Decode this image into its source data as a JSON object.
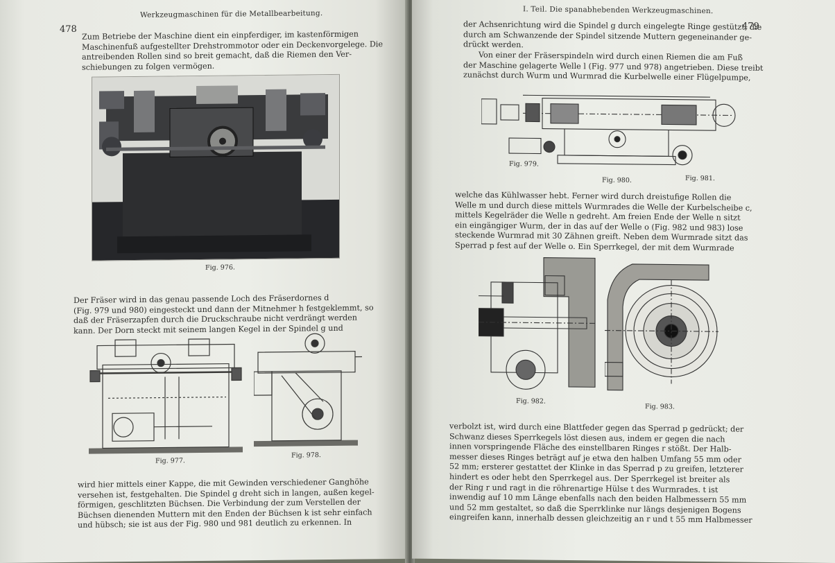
{
  "left_page": {
    "page_number": "478",
    "running_head": "Werkzeugmaschinen für die Metallbearbeitung.",
    "paragraph_1": [
      "Zum Betriebe der Maschine dient ein einpferdiger, im kastenförmigen",
      "Maschinenfuß aufgestellter Drehstrommotor oder ein Deckenvorgelege. Die",
      "antreibenden Rollen sind so breit gemacht, daß die Riemen den Ver-",
      "schiebungen zu folgen vermögen."
    ],
    "fig_976_caption": "Fig. 976.",
    "paragraph_2": [
      "Der Fräser wird in das genau passende Loch des Fräserdornes d",
      "(Fig. 979 und 980) eingesteckt und dann der Mitnehmer h festgeklemmt, so",
      "daß der Fräserzapfen durch die Druckschraube nicht verdrängt werden",
      "kann. Der Dorn steckt mit seinem langen Kegel in der Spindel g und"
    ],
    "fig_977_caption": "Fig. 977.",
    "fig_978_caption": "Fig. 978.",
    "paragraph_3": [
      "wird hier mittels einer Kappe, die mit Gewinden verschiedener Ganghöhe",
      "versehen ist, festgehalten. Die Spindel g dreht sich in langen, außen kegel-",
      "förmigen, geschlitzten Büchsen. Die Verbindung der zum Verstellen der",
      "Büchsen dienenden Muttern mit den Enden der Büchsen k ist sehr einfach",
      "und hübsch; sie ist aus der Fig. 980 und 981 deutlich zu erkennen. In"
    ]
  },
  "right_page": {
    "page_number": "479",
    "running_head": "I. Teil. Die spanabhebenden Werkzeugmaschinen.",
    "paragraph_1": [
      "der Achsenrichtung wird die Spindel g durch eingelegte Ringe gestützt, die",
      "durch am Schwanzende der Spindel sitzende Muttern gegeneinander ge-",
      "drückt werden."
    ],
    "paragraph_2": [
      "Von einer der Fräserspindeln wird durch einen Riemen die am Fuß",
      "der Maschine gelagerte Welle l (Fig. 977 und 978) angetrieben. Diese treibt",
      "zunächst durch Wurm und Wurmrad die Kurbelwelle einer Flügelpumpe,"
    ],
    "fig_979_caption": "Fig. 979.",
    "fig_980_caption": "Fig. 980.",
    "fig_981_caption": "Fig. 981.",
    "paragraph_3": [
      "welche das Kühlwasser hebt. Ferner wird durch dreistufige Rollen die",
      "Welle m und durch diese mittels Wurmrades die Welle der Kurbelscheibe c,",
      "mittels Kegelräder die Welle n gedreht. Am freien Ende der Welle n sitzt",
      "ein eingängiger Wurm, der in das auf der Welle o (Fig. 982 und 983) lose",
      "steckende Wurmrad mit 30 Zähnen greift. Neben dem Wurmrade sitzt das",
      "Sperrad p fest auf der Welle o. Ein Sperrkegel, der mit dem Wurmrade"
    ],
    "fig_982_caption": "Fig. 982.",
    "fig_983_caption": "Fig. 983.",
    "paragraph_4": [
      "verbolzt ist, wird durch eine Blattfeder gegen das Sperrad p gedrückt; der",
      "Schwanz dieses Sperrkegels löst diesen aus, indem er gegen die nach",
      "innen vorspringende Fläche des einstellbaren Ringes r stößt. Der Halb-",
      "messer dieses Ringes beträgt auf je etwa den halben Umfang 55 mm oder",
      "52 mm; ersterer gestattet der Klinke in das Sperrad p zu greifen, letzterer",
      "hindert es oder hebt den Sperrkegel aus. Der Sperrkegel ist breiter als",
      "der Ring r und ragt in die röhrenartige Hülse t des Wurmrades. t ist",
      "inwendig auf 10 mm Länge ebenfalls nach den beiden Halbmessern 55 mm",
      "und 52 mm gestaltet, so daß die Sperrklinke nur längs desjenigen Bogens",
      "eingreifen kann, innerhalb dessen gleichzeitig an r und t 55 mm Halbmesser"
    ]
  }
}
